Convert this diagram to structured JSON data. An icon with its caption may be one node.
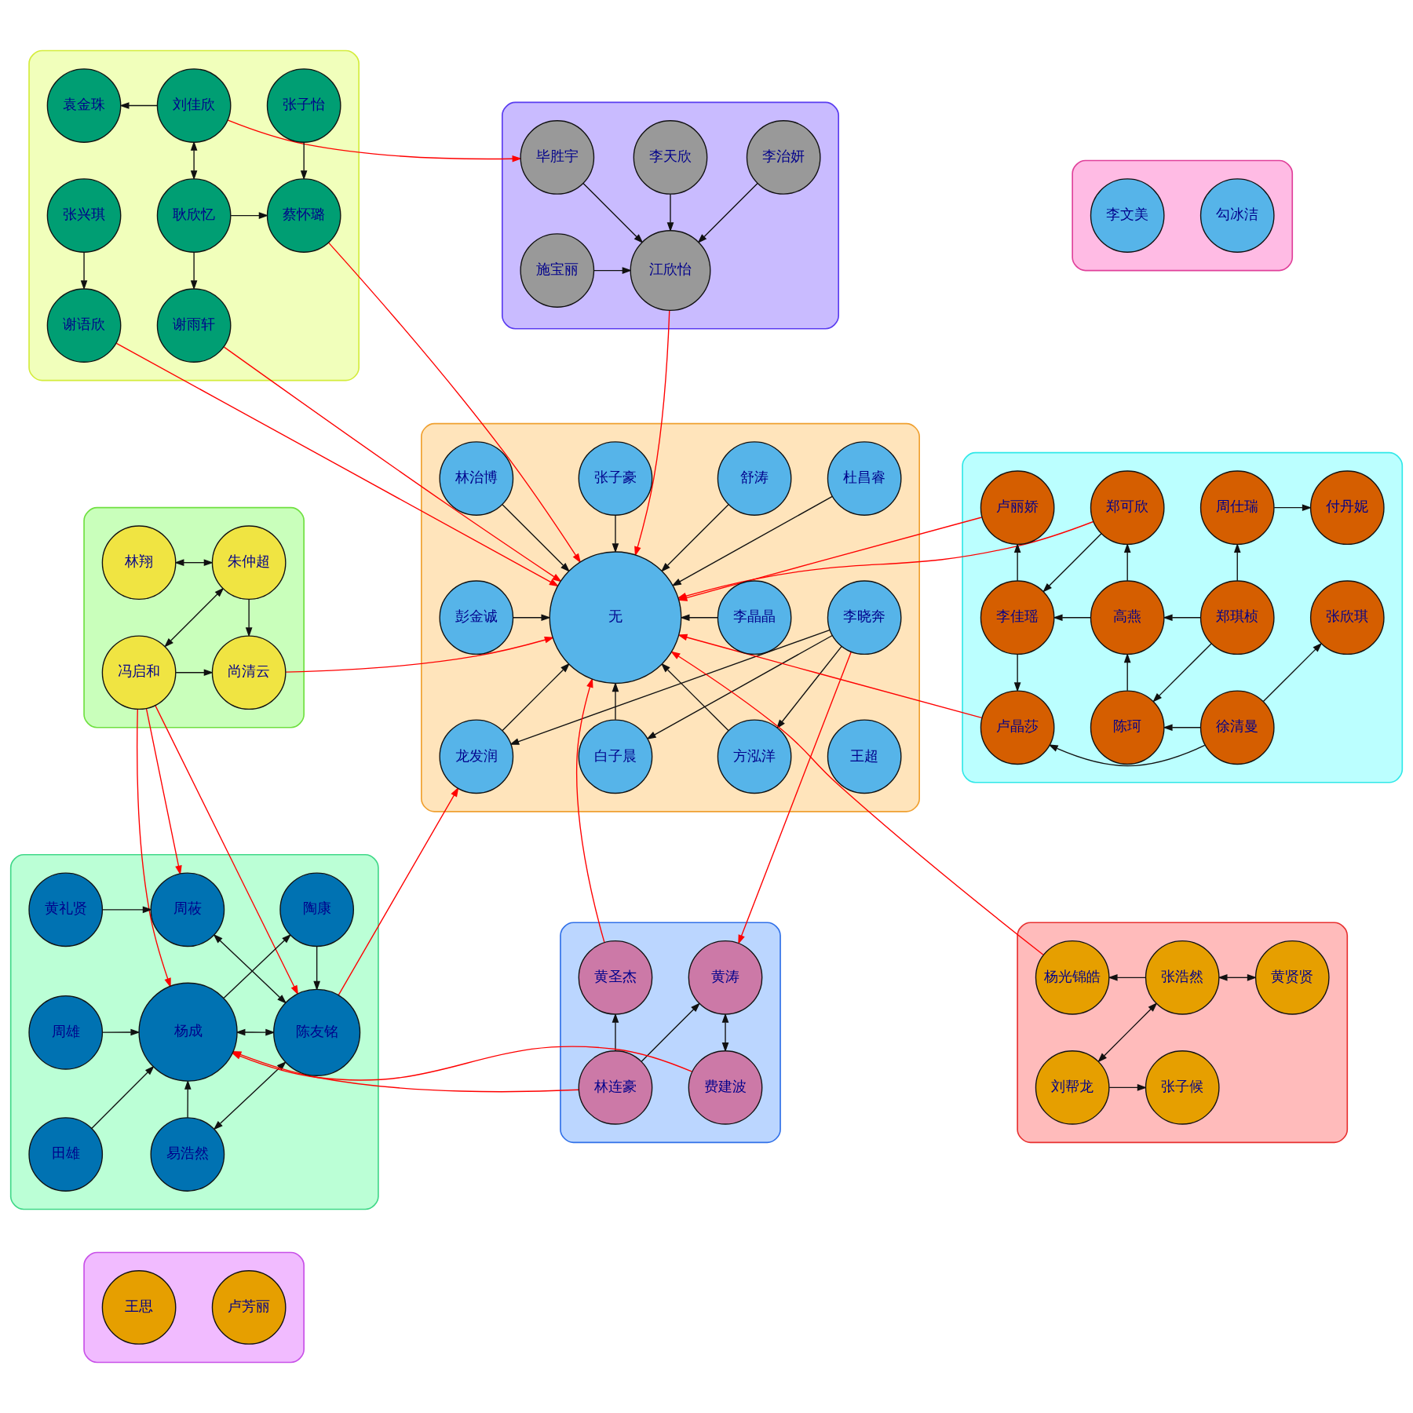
{
  "diagram": {
    "nodes": [
      {
        "text": [],
        "shape": "blob"
      },
      {
        "text": [
          "袁金珠"
        ],
        "in": 0
      },
      {
        "text": [
          "刘佳欣"
        ],
        "in": 0
      },
      {
        "text": [
          "张子怡"
        ],
        "in": 0
      },
      {
        "text": [
          "耿欣忆"
        ],
        "in": 0
      },
      {
        "text": [
          "张兴琪"
        ],
        "in": 0
      },
      {
        "text": [
          "蔡怀璐"
        ],
        "in": 0
      },
      {
        "text": [
          "谢雨轩"
        ],
        "in": 0
      },
      {
        "text": [
          "谢语欣"
        ],
        "in": 0
      },
      {
        "text": [],
        "shape": "blob"
      },
      {
        "text": [
          "李天欣"
        ],
        "in": 9
      },
      {
        "text": [
          "毕胜宇"
        ],
        "in": 9
      },
      {
        "text": [
          "李治妍"
        ],
        "in": 9
      },
      {
        "text": [
          "施宝丽"
        ],
        "in": 9
      },
      {
        "text": [
          "江欣怡"
        ],
        "in": 9
      },
      {
        "text": [],
        "shape": "blob"
      },
      {
        "text": [
          "李文美"
        ],
        "in": 15
      },
      {
        "text": [
          "勾冰洁"
        ],
        "in": 15
      },
      {
        "text": [],
        "shape": "blob"
      },
      {
        "text": [
          "林翔"
        ],
        "in": 18
      },
      {
        "text": [
          "朱仲超"
        ],
        "in": 18
      },
      {
        "text": [
          "尚清云"
        ],
        "in": 18
      },
      {
        "text": [
          "冯启和"
        ],
        "in": 18
      },
      {
        "text": [],
        "shape": "blob"
      },
      {
        "text": [
          "林治博"
        ],
        "in": 23
      },
      {
        "text": [
          "舒涛"
        ],
        "in": 23
      },
      {
        "text": [
          "张子豪"
        ],
        "in": 23
      },
      {
        "text": [
          "杜昌睿"
        ],
        "in": 23
      },
      {
        "text": [
          "彭金诚"
        ],
        "in": 23
      },
      {
        "text": [
          "无"
        ],
        "in": 23
      },
      {
        "text": [
          "李晶晶"
        ],
        "in": 23
      },
      {
        "text": [
          "龙发润"
        ],
        "in": 23
      },
      {
        "text": [
          "白子晨"
        ],
        "in": 23
      },
      {
        "text": [
          "方泓洋"
        ],
        "in": 23
      },
      {
        "text": [
          "李晓奔"
        ],
        "in": 23
      },
      {
        "text": [
          "王超"
        ],
        "in": 23
      },
      {
        "text": [],
        "shape": "blob"
      },
      {
        "text": [
          "付丹妮"
        ],
        "in": 36
      },
      {
        "text": [
          "周仕瑞"
        ],
        "in": 36
      },
      {
        "text": [
          "郑可欣"
        ],
        "in": 36
      },
      {
        "text": [
          "卢丽娇"
        ],
        "in": 36
      },
      {
        "text": [
          "郑琪桢"
        ],
        "in": 36
      },
      {
        "text": [
          "李佳瑶"
        ],
        "in": 36
      },
      {
        "text": [
          "高燕"
        ],
        "in": 36
      },
      {
        "text": [
          "卢晶莎"
        ],
        "in": 36
      },
      {
        "text": [
          "陈珂"
        ],
        "in": 36
      },
      {
        "text": [
          "徐清曼"
        ],
        "in": 36
      },
      {
        "text": [
          "张欣琪"
        ],
        "in": 36
      },
      {
        "text": [],
        "shape": "blob"
      },
      {
        "text": [
          "黄礼贤"
        ],
        "in": 48
      },
      {
        "text": [
          "周莜"
        ],
        "in": 48
      },
      {
        "text": [
          "陈友铭"
        ],
        "in": 48
      },
      {
        "text": [
          "陶康"
        ],
        "in": 48
      },
      {
        "text": [
          "杨成"
        ],
        "in": 48
      },
      {
        "text": [
          "周雄"
        ],
        "in": 48
      },
      {
        "text": [
          "易浩然"
        ],
        "in": 48
      },
      {
        "text": [
          "田雄"
        ],
        "in": 48
      },
      {
        "text": [],
        "shape": "blob"
      },
      {
        "text": [
          "黄圣杰"
        ],
        "in": 57
      },
      {
        "text": [
          "林连豪"
        ],
        "in": 57
      },
      {
        "text": [
          "费建波"
        ],
        "in": 57
      },
      {
        "text": [
          "黄涛"
        ],
        "in": 57
      },
      {
        "text": [],
        "shape": "blob"
      },
      {
        "text": [
          "杨光锦皓"
        ],
        "in": 62
      },
      {
        "text": [
          "张浩然"
        ],
        "in": 62
      },
      {
        "text": [
          "黄贤贤"
        ],
        "in": 62
      },
      {
        "text": [
          "刘帮龙"
        ],
        "in": 62
      },
      {
        "text": [
          "张子候"
        ],
        "in": 62
      },
      {
        "text": [],
        "shape": "blob"
      },
      {
        "text": [
          "王思"
        ],
        "in": 68
      },
      {
        "text": [
          "卢芳丽"
        ],
        "in": 68
      }
    ],
    "edges": [
      {
        "from": 2,
        "to": 1,
        "arrow": "to"
      },
      {
        "from": 2,
        "to": 4,
        "arrow": "both"
      },
      {
        "from": 3,
        "to": 6,
        "arrow": "to"
      },
      {
        "from": 4,
        "to": 6,
        "arrow": "to"
      },
      {
        "from": 4,
        "to": 7,
        "arrow": "to"
      },
      {
        "from": 5,
        "to": 8,
        "arrow": "to"
      },
      {
        "from": 2,
        "to": 11,
        "arrow": "to",
        "color": "#ff0000"
      },
      {
        "from": 11,
        "to": 14,
        "arrow": "to"
      },
      {
        "from": 10,
        "to": 14,
        "arrow": "to"
      },
      {
        "from": 13,
        "to": 14,
        "arrow": "to"
      },
      {
        "from": 12,
        "to": 14,
        "arrow": "to"
      },
      {
        "from": 14,
        "to": 29,
        "arrow": "to",
        "color": "#ff0000"
      },
      {
        "from": 8,
        "to": 29,
        "arrow": "to",
        "color": "#ff0000"
      },
      {
        "from": 6,
        "to": 29,
        "arrow": "to",
        "color": "#ff0000"
      },
      {
        "from": 7,
        "to": 29,
        "arrow": "to",
        "color": "#ff0000"
      },
      {
        "from": 26,
        "to": 29,
        "arrow": "to"
      },
      {
        "from": 24,
        "to": 29,
        "arrow": "to"
      },
      {
        "from": 25,
        "to": 29,
        "arrow": "to"
      },
      {
        "from": 28,
        "to": 29,
        "arrow": "to"
      },
      {
        "from": 27,
        "to": 29,
        "arrow": "to"
      },
      {
        "from": 21,
        "to": 29,
        "arrow": "to",
        "color": "#ff0000"
      },
      {
        "from": 31,
        "to": 29,
        "arrow": "to"
      },
      {
        "from": 32,
        "to": 29,
        "arrow": "to"
      },
      {
        "from": 33,
        "to": 29,
        "arrow": "to"
      },
      {
        "from": 30,
        "to": 29,
        "arrow": "to"
      },
      {
        "from": 58,
        "to": 29,
        "arrow": "to",
        "color": "#ff0000"
      },
      {
        "from": 63,
        "to": 29,
        "arrow": "to",
        "color": "#ff0000"
      },
      {
        "from": 39,
        "to": 29,
        "arrow": "to",
        "color": "#ff0000"
      },
      {
        "from": 40,
        "to": 29,
        "arrow": "to",
        "color": "#ff0000"
      },
      {
        "from": 44,
        "to": 29,
        "arrow": "to",
        "color": "#ff0000"
      },
      {
        "from": 34,
        "to": 31,
        "arrow": "to"
      },
      {
        "from": 34,
        "to": 32,
        "arrow": "to"
      },
      {
        "from": 34,
        "to": 33,
        "arrow": "to"
      },
      {
        "from": 19,
        "to": 20,
        "arrow": "both"
      },
      {
        "from": 20,
        "to": 21,
        "arrow": "to"
      },
      {
        "from": 20,
        "to": 22,
        "arrow": "both"
      },
      {
        "from": 22,
        "to": 21,
        "arrow": "to"
      },
      {
        "from": 22,
        "to": 50,
        "arrow": "to",
        "color": "#ff0000"
      },
      {
        "from": 22,
        "to": 53,
        "arrow": "to",
        "color": "#ff0000"
      },
      {
        "from": 22,
        "to": 51,
        "arrow": "to",
        "color": "#ff0000"
      },
      {
        "from": 49,
        "to": 50,
        "arrow": "to"
      },
      {
        "from": 50,
        "to": 51,
        "arrow": "both"
      },
      {
        "from": 52,
        "to": 51,
        "arrow": "to"
      },
      {
        "from": 53,
        "to": 52,
        "arrow": "to"
      },
      {
        "from": 51,
        "to": 53,
        "arrow": "both"
      },
      {
        "from": 51,
        "to": 55,
        "arrow": "both"
      },
      {
        "from": 55,
        "to": 53,
        "arrow": "to"
      },
      {
        "from": 54,
        "to": 53,
        "arrow": "to"
      },
      {
        "from": 56,
        "to": 53,
        "arrow": "to"
      },
      {
        "from": 51,
        "to": 31,
        "arrow": "to",
        "color": "#ff0000"
      },
      {
        "from": 59,
        "to": 53,
        "arrow": "to",
        "color": "#ff0000"
      },
      {
        "from": 60,
        "to": 53,
        "arrow": "to",
        "color": "#ff0000"
      },
      {
        "from": 34,
        "to": 61,
        "arrow": "to",
        "color": "#ff0000"
      },
      {
        "from": 60,
        "to": 61,
        "arrow": "both"
      },
      {
        "from": 59,
        "to": 61,
        "arrow": "to"
      },
      {
        "from": 59,
        "to": 58,
        "arrow": "to"
      },
      {
        "from": 64,
        "to": 63,
        "arrow": "to"
      },
      {
        "from": 64,
        "to": 65,
        "arrow": "both"
      },
      {
        "from": 64,
        "to": 66,
        "arrow": "both"
      },
      {
        "from": 66,
        "to": 67,
        "arrow": "to"
      },
      {
        "from": 38,
        "to": 37,
        "arrow": "to"
      },
      {
        "from": 41,
        "to": 38,
        "arrow": "to"
      },
      {
        "from": 41,
        "to": 43,
        "arrow": "to"
      },
      {
        "from": 41,
        "to": 45,
        "arrow": "to"
      },
      {
        "from": 43,
        "to": 39,
        "arrow": "to"
      },
      {
        "from": 43,
        "to": 42,
        "arrow": "to"
      },
      {
        "from": 42,
        "to": 40,
        "arrow": "to"
      },
      {
        "from": 42,
        "to": 44,
        "arrow": "to"
      },
      {
        "from": 39,
        "to": 42,
        "arrow": "to"
      },
      {
        "from": 45,
        "to": 43,
        "arrow": "to"
      },
      {
        "from": 46,
        "to": 45,
        "arrow": "to"
      },
      {
        "from": 46,
        "to": 44,
        "arrow": "to"
      },
      {
        "from": 46,
        "to": 47,
        "arrow": "to"
      }
    ]
  }
}
